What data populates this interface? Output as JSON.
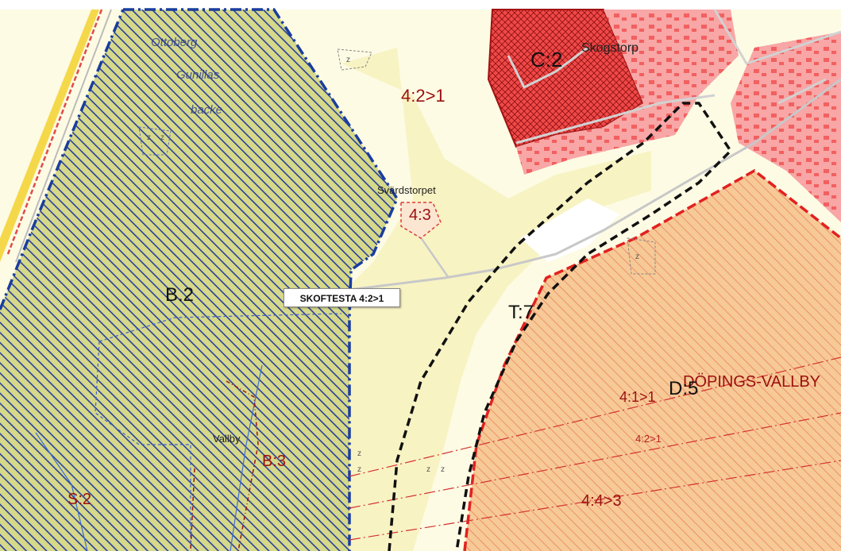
{
  "map": {
    "colors": {
      "background": "#fdfbe4",
      "pale_yellow": "#f6f0b8",
      "residential_red": "#f45050",
      "residential_pink": "#f8a6a6",
      "blue_zone_border": "#1a3d9e",
      "red_zone_border": "#e22020",
      "orange_zone_fill": "#f6c996",
      "road": "#c8c8c8",
      "highway_yellow": "#f5d84a"
    },
    "labels": {
      "zone_north": "4:2>1",
      "zone_c2": "C:2",
      "place_skogstorp": "Skogstorp",
      "place_svardstorpet": "Svärdstorpet",
      "zone_43": "4:3",
      "zone_b2": "B.2",
      "callout": "SKOFTESTA 4:2>1",
      "zone_t7": "T:7",
      "place_dopings_vallby": "DÖPINGS-VALLBY",
      "zone_d5": "D:5",
      "zone_41": "4:1>1",
      "zone_42_small": "4:2>1",
      "zone_44": "4:4>3",
      "place_vallby": "Vallby",
      "zone_b3": "B:3",
      "zone_s2": "S:2",
      "place_ottoberg": "Ottoberg",
      "place_gunillas": "Gunillas",
      "place_backe": "backe",
      "z_symbol": "z"
    }
  }
}
